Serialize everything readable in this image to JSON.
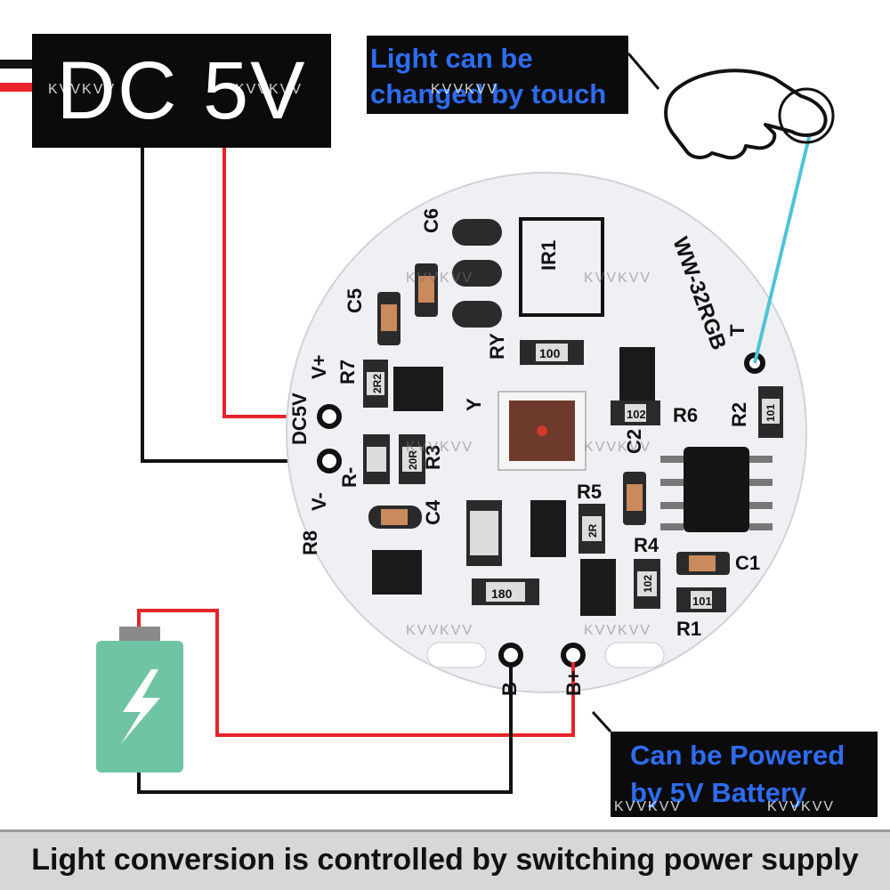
{
  "dc_label": "DC 5V",
  "touch_callout": {
    "line1": "Light can be",
    "line2": "changed by touch"
  },
  "battery_callout": {
    "line1": "Can be Powered",
    "line2": "by 5V Battery"
  },
  "footer": "Light conversion is controlled by switching power supply",
  "watermark": "KVVKVV",
  "board": {
    "model": "WW-32RGB",
    "labels": {
      "c6": "C6",
      "c5": "C5",
      "r7": "R7",
      "vplus": "V+",
      "vminus": "V-",
      "dc5v": "DC5V",
      "r8": "R8",
      "c4": "C4",
      "r3": "R3",
      "rminus": "R-",
      "ry": "RY",
      "y": "Y",
      "r6": "R6",
      "r2": "R2",
      "r5": "R5",
      "r4": "R4",
      "c1": "C1",
      "r1": "R1",
      "c2": "C2",
      "t": "T",
      "ir1": "IR1",
      "bminus": "B-",
      "bplus": "B+"
    },
    "resistor_codes": {
      "r_100": "100",
      "r_102a": "102",
      "r_2r2": "2R2",
      "r_101": "101",
      "r_2r": "2R",
      "r_20r": "20R",
      "r_180": "180",
      "r_102b": "102",
      "r_101b": "101"
    }
  },
  "colors": {
    "wire_red": "#e8232a",
    "wire_black": "#111111",
    "wire_touch": "#4fc3d8",
    "battery": "#6fc4a4",
    "callout_text": "#2e6cf0"
  }
}
